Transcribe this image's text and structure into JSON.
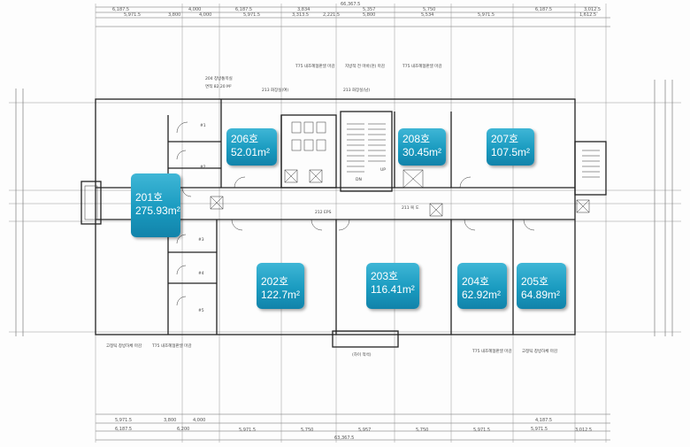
{
  "units": [
    {
      "id": "201",
      "name": "201호",
      "area": "275.93m²"
    },
    {
      "id": "206",
      "name": "206호",
      "area": "52.01m²"
    },
    {
      "id": "208",
      "name": "208호",
      "area": "30.45m²"
    },
    {
      "id": "207",
      "name": "207호",
      "area": "107.5m²"
    },
    {
      "id": "202",
      "name": "202호",
      "area": "122.7m²"
    },
    {
      "id": "203",
      "name": "203호",
      "area": "116.41m²"
    },
    {
      "id": "204",
      "name": "204호",
      "area": "62.92m²"
    },
    {
      "id": "205",
      "name": "205호",
      "area": "64.89m²"
    }
  ],
  "dims": {
    "top_total": "66,367.5",
    "top_row": [
      "6,187.5",
      "4,000",
      "6,187.5",
      "3,834",
      "5,357",
      "5,750",
      "6,187.5",
      "3,012.5"
    ],
    "top_row2": [
      "5,971.5",
      "3,800",
      "4,000",
      "5,971.5",
      "3,313.5",
      "2,221.5",
      "5,800",
      "5,534",
      "5,971.5",
      "1,612.5"
    ],
    "bottom_row": [
      "5,971.5",
      "3,800",
      "4,000",
      "5,971.5",
      "5,750",
      "5,957",
      "5,750",
      "5,971.5",
      "3,012.5"
    ],
    "bottom_total": "63,367.5",
    "bottom_sub": [
      "6,187.5",
      "6,200",
      "5,971.5",
      "4,187.5"
    ]
  },
  "rooms": {
    "r213a": "213  화장실(여)",
    "r213b": "213  화장실(남)",
    "r212": "212  EPS",
    "r211": "211  복 도",
    "r204": "204  창방통목실",
    "area_note": "면적  82.20  M²"
  },
  "notes": {
    "n1": "T75 내조혜협판넬 마감",
    "n2": "지방적 전 마바(천) 마감",
    "n3": "T75 내조혜협판넬 마감",
    "n4": "고정틱 창방하체 마감",
    "n5": "T75 내조혜협판넬 마감",
    "n6": "T75 내조혜협판넬 마감",
    "n7": "고정틱 창방하체 마감",
    "sub": "(하이 적석)",
    "dn": "DN",
    "up": "UP"
  },
  "marks": [
    "#1",
    "#2",
    "#3",
    "#4",
    "#5"
  ]
}
